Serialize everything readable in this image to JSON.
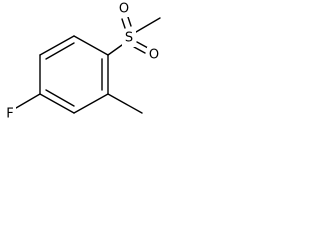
{
  "molecule": {
    "atom_labels": {
      "fluorine": "F",
      "sulfur": "S",
      "oxygen_top": "O",
      "oxygen_bottom": "O"
    },
    "line_color": "#000000",
    "background_color": "#ffffff"
  }
}
